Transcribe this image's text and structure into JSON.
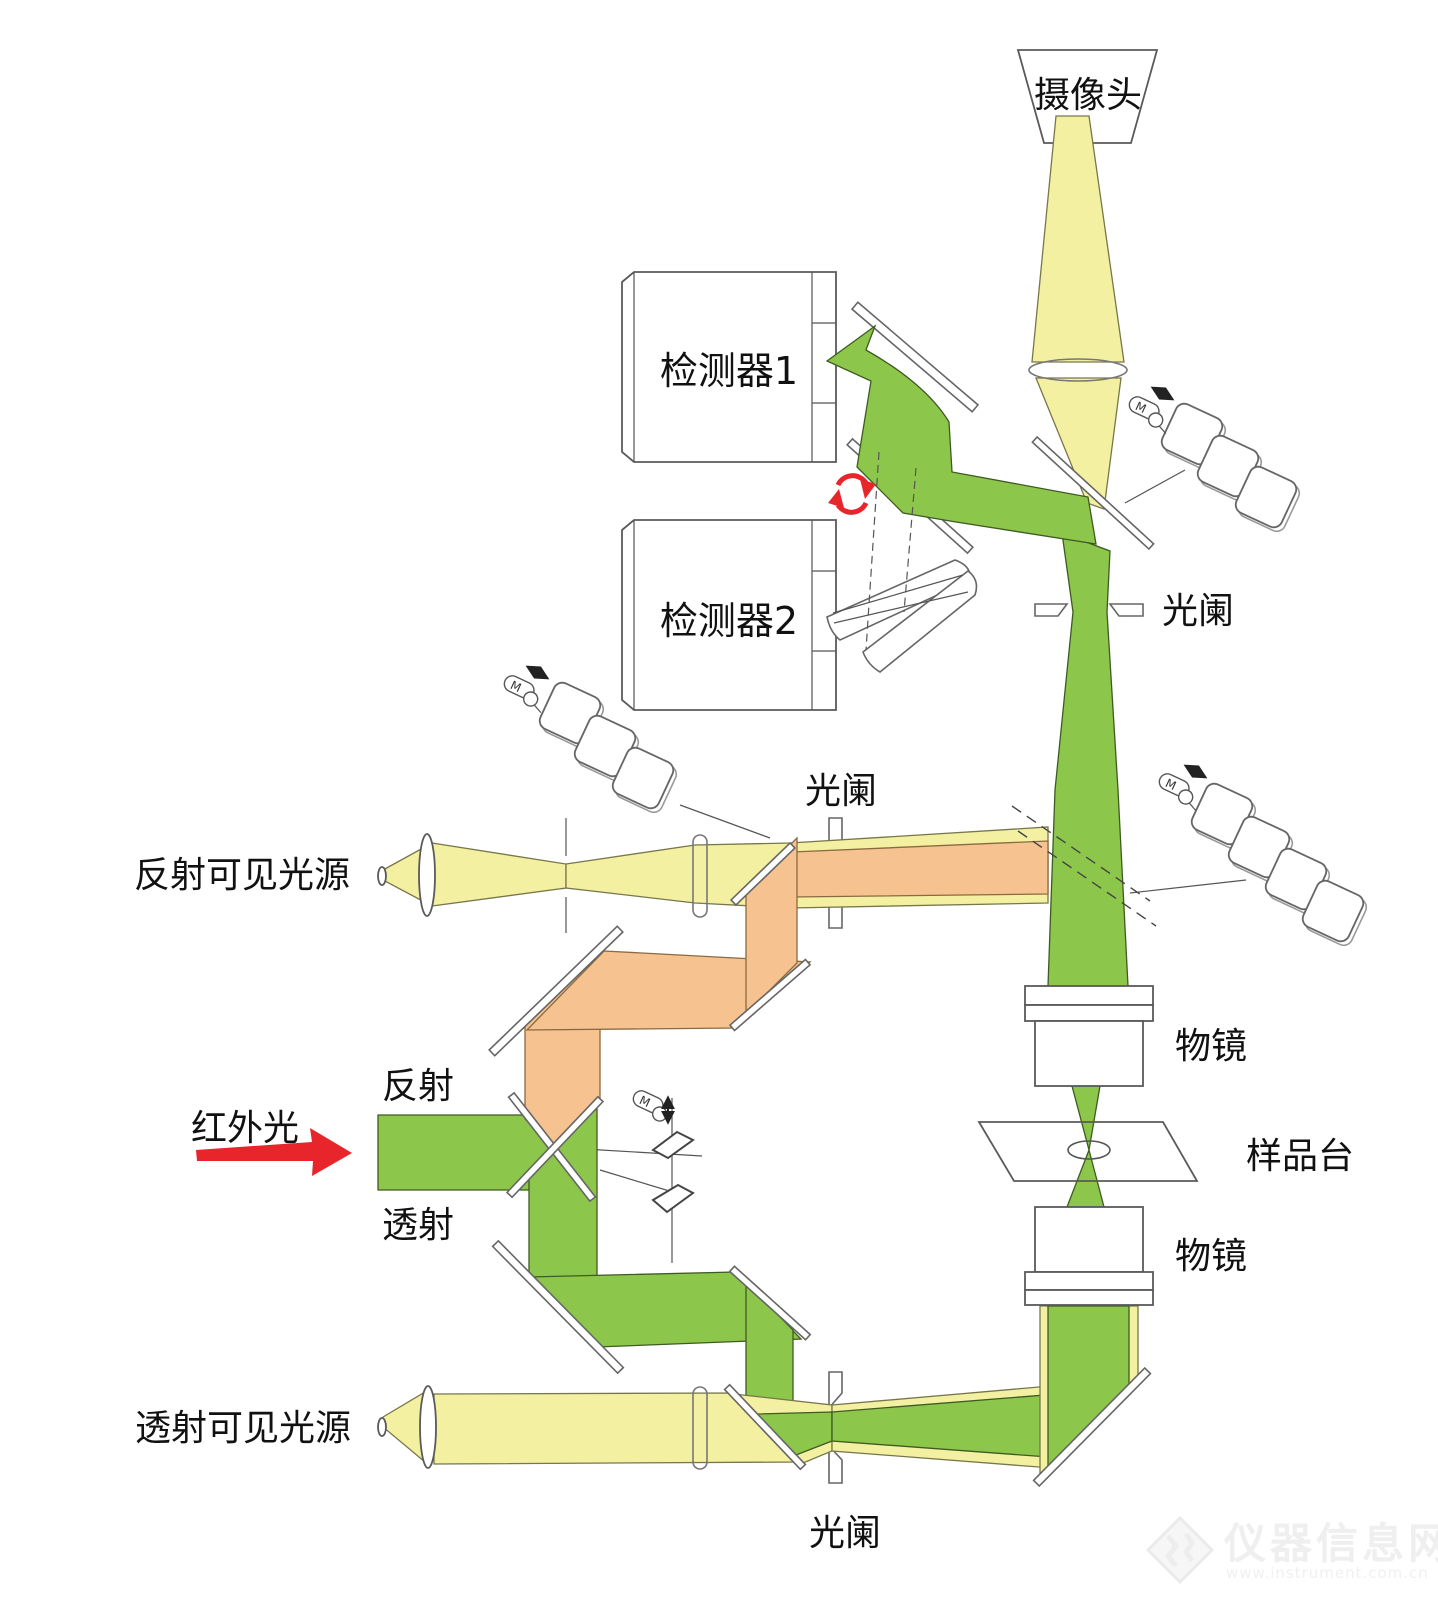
{
  "diagram": {
    "labels": {
      "camera": "摄像头",
      "detector1": "检测器1",
      "detector2": "检测器2",
      "aperture": "光阑",
      "reflected_visible_source": "反射可见光源",
      "transmitted_visible_source": "透射可见光源",
      "infrared_light": "红外光",
      "reflection": "反射",
      "transmission": "透射",
      "objective": "物镜",
      "sample_stage": "样品台",
      "motor": "M"
    },
    "watermark": {
      "site_name": "仪器信息网",
      "site_url": "www.instrument.com.cn"
    },
    "colors": {
      "visible_beam_yellow": "#F4F0A2",
      "ir_beam_green": "#8CC64B",
      "ir_beam_orange": "#F6C28F",
      "highlight_red": "#E8252B"
    }
  }
}
